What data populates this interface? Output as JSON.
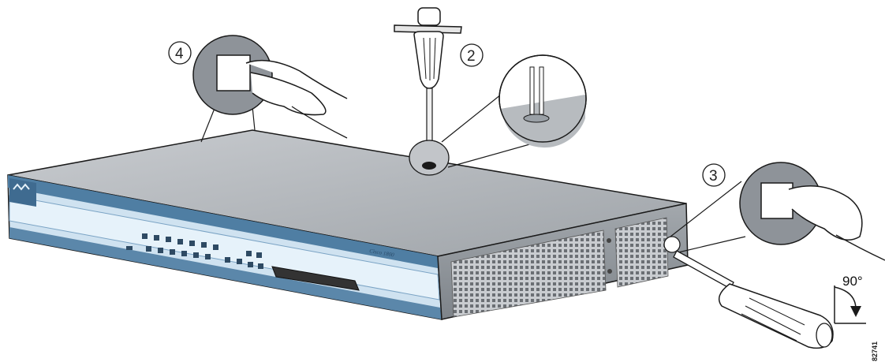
{
  "callouts": [
    {
      "label": "4"
    },
    {
      "label": "2"
    },
    {
      "label": "3"
    }
  ],
  "angle_label": "90°",
  "figure_id": "82741",
  "colors": {
    "top_panel": "#b9bcc0",
    "side_panel": "#8e9399",
    "front_stripe": "#d6eaf6",
    "front_dark": "#5b87aa",
    "line": "#1a1a1a",
    "grille": "#6b6f74"
  },
  "icons": [
    "screwdriver-icon",
    "finger-icon",
    "magnifier-icon",
    "rotation-arrow-icon"
  ]
}
